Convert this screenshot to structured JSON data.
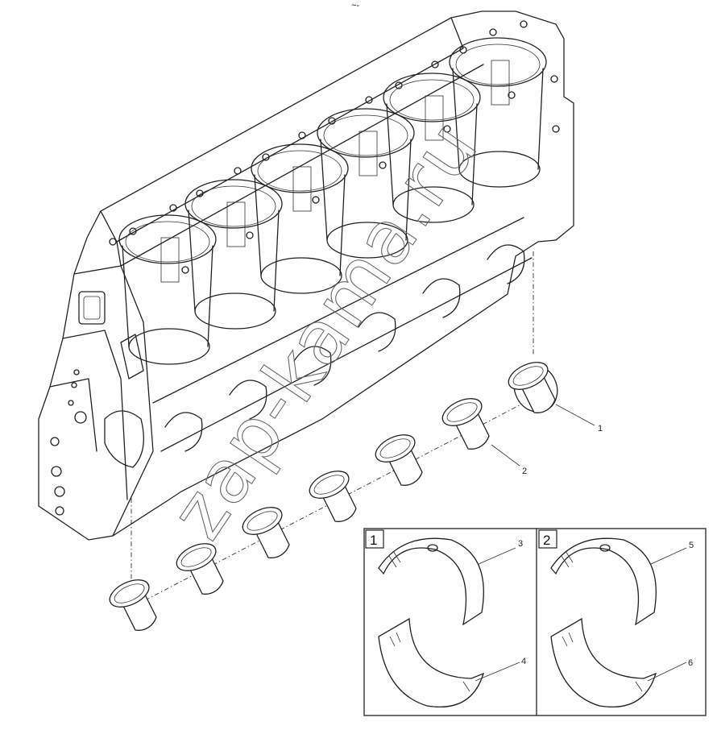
{
  "diagram": {
    "top_mark": "~-",
    "watermark": "zap-kama.ru",
    "callouts": [
      "1",
      "2",
      "3",
      "4",
      "5",
      "6"
    ],
    "inset_boxes": [
      {
        "label": "1",
        "upper_callout": "3",
        "lower_callout": "4"
      },
      {
        "label": "2",
        "upper_callout": "5",
        "lower_callout": "6"
      }
    ]
  }
}
